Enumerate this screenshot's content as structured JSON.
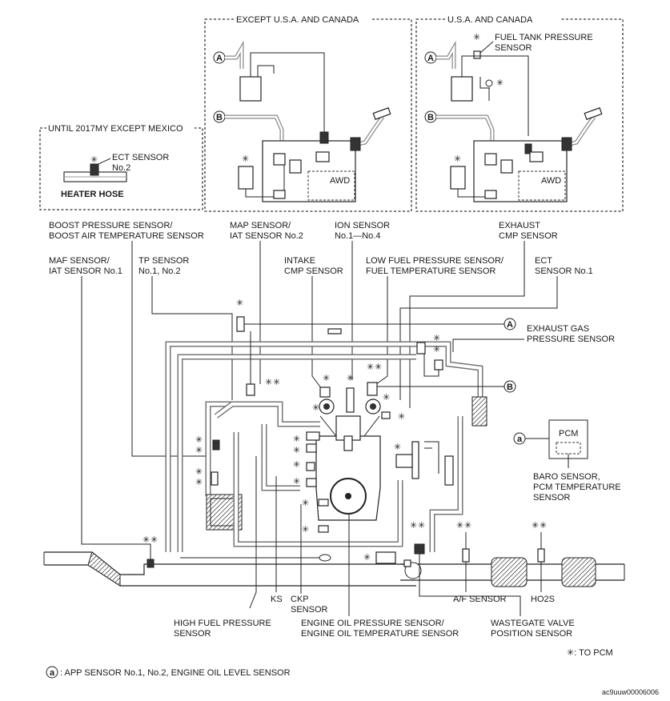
{
  "insets": {
    "except_usa": {
      "title": "EXCEPT U.S.A. AND CANADA",
      "marker_a": "A",
      "marker_b": "B",
      "awd": "AWD"
    },
    "usa_canada": {
      "title": "U.S.A. AND CANADA",
      "marker_a": "A",
      "marker_b": "B",
      "awd": "AWD",
      "fuel_tank_sensor_line1": "FUEL TANK PRESSURE",
      "fuel_tank_sensor_line2": "SENSOR"
    },
    "until_2017": {
      "title": "UNTIL 2017MY EXCEPT MEXICO",
      "ect2_line1": "ECT SENSOR",
      "ect2_line2": "No.2",
      "heater_hose": "HEATER HOSE"
    }
  },
  "labels": {
    "boost_l1": "BOOST PRESSURE SENSOR/",
    "boost_l2": "BOOST AIR TEMPERATURE SENSOR",
    "map_l1": "MAP SENSOR/",
    "map_l2": "IAT SENSOR No.2",
    "ion_l1": "ION SENSOR",
    "ion_l2": "No.1—No.4",
    "exh_cmp_l1": "EXHAUST",
    "exh_cmp_l2": "CMP SENSOR",
    "maf_l1": "MAF SENSOR/",
    "maf_l2": "IAT SENSOR No.1",
    "tp_l1": "TP SENSOR",
    "tp_l2": "No.1, No.2",
    "intake_cmp_l1": "INTAKE",
    "intake_cmp_l2": "CMP SENSOR",
    "low_fuel_l1": "LOW FUEL PRESSURE SENSOR/",
    "low_fuel_l2": "FUEL TEMPERATURE SENSOR",
    "ect1_l1": "ECT",
    "ect1_l2": "SENSOR No.1",
    "exh_gas_l1": "EXHAUST GAS",
    "exh_gas_l2": "PRESSURE SENSOR",
    "pcm": "PCM",
    "pcm_marker": "a",
    "baro_l1": "BARO SENSOR,",
    "baro_l2": "PCM TEMPERATURE",
    "baro_l3": "SENSOR",
    "ks": "KS",
    "ckp_l1": "CKP",
    "ckp_l2": "SENSOR",
    "af": "A/F SENSOR",
    "ho2s": "HO2S",
    "high_fuel_l1": "HIGH FUEL PRESSURE",
    "high_fuel_l2": "SENSOR",
    "oil_l1": "ENGINE OIL PRESSURE SENSOR/",
    "oil_l2": "ENGINE OIL TEMPERATURE SENSOR",
    "wastegate_l1": "WASTEGATE VALVE",
    "wastegate_l2": "POSITION SENSOR",
    "marker_a": "A",
    "marker_b": "B"
  },
  "legend": {
    "to_pcm": "✳: TO PCM",
    "marker": "a",
    "app_note": ": APP SENSOR No.1, No.2, ENGINE OIL LEVEL SENSOR"
  },
  "figure_code": "ac9uuw00006006",
  "asterisk_symbol": "✳"
}
